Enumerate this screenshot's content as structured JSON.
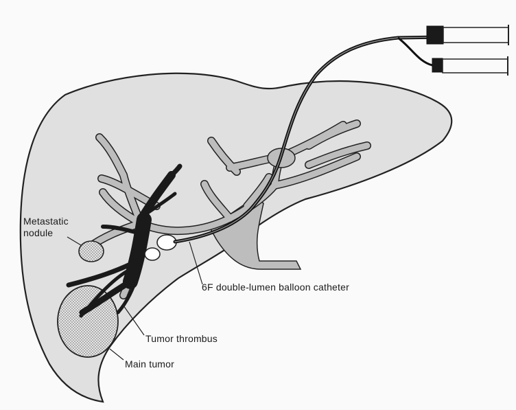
{
  "labels": {
    "metastatic_line1": "Metastatic",
    "metastatic_line2": "nodule",
    "catheter": "6F double-lumen balloon catheter",
    "thrombus": "Tumor thrombus",
    "main_tumor": "Main tumor"
  },
  "colors": {
    "background": "#fafafa",
    "liver_fill": "#e0e0e0",
    "portal_vein": "#bdbdbd",
    "thrombus": "#1a1a1a",
    "outline": "#222222"
  }
}
